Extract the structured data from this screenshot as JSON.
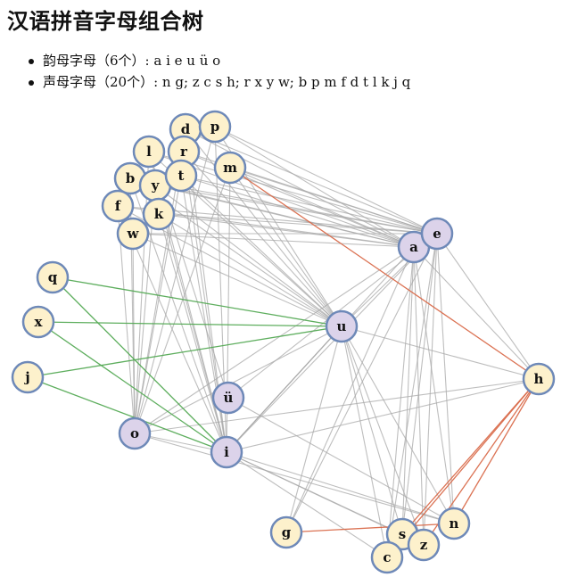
{
  "title": "汉语拼音字母组合树",
  "legend": {
    "vowels": "韵母字母（6个）: a i e u ü o",
    "consonants": "声母字母（20个）: n g; z c s h; r x y w; b p m f d t l k j q"
  },
  "colors": {
    "vowel_fill": "#dcd3ea",
    "consonant_fill": "#fdf1cc",
    "node_stroke": "#6e89b8",
    "edge_gray": "#a8a8a8",
    "edge_orange": "#d96a4a",
    "edge_green": "#55aa55"
  },
  "nodes": [
    {
      "id": "a",
      "type": "vowel"
    },
    {
      "id": "e",
      "type": "vowel"
    },
    {
      "id": "u",
      "type": "vowel"
    },
    {
      "id": "ü",
      "type": "vowel"
    },
    {
      "id": "i",
      "type": "vowel"
    },
    {
      "id": "o",
      "type": "vowel"
    },
    {
      "id": "d",
      "type": "consonant"
    },
    {
      "id": "p",
      "type": "consonant"
    },
    {
      "id": "l",
      "type": "consonant"
    },
    {
      "id": "r",
      "type": "consonant"
    },
    {
      "id": "m",
      "type": "consonant"
    },
    {
      "id": "b",
      "type": "consonant"
    },
    {
      "id": "y",
      "type": "consonant"
    },
    {
      "id": "t",
      "type": "consonant"
    },
    {
      "id": "f",
      "type": "consonant"
    },
    {
      "id": "k",
      "type": "consonant"
    },
    {
      "id": "w",
      "type": "consonant"
    },
    {
      "id": "q",
      "type": "consonant"
    },
    {
      "id": "x",
      "type": "consonant"
    },
    {
      "id": "j",
      "type": "consonant"
    },
    {
      "id": "h",
      "type": "consonant"
    },
    {
      "id": "g",
      "type": "consonant"
    },
    {
      "id": "n",
      "type": "consonant"
    },
    {
      "id": "s",
      "type": "consonant"
    },
    {
      "id": "z",
      "type": "consonant"
    },
    {
      "id": "c",
      "type": "consonant"
    }
  ],
  "edges": {
    "gray": [
      [
        "d",
        "a"
      ],
      [
        "d",
        "e"
      ],
      [
        "d",
        "u"
      ],
      [
        "d",
        "i"
      ],
      [
        "d",
        "o"
      ],
      [
        "p",
        "a"
      ],
      [
        "p",
        "e"
      ],
      [
        "p",
        "u"
      ],
      [
        "p",
        "i"
      ],
      [
        "p",
        "o"
      ],
      [
        "l",
        "a"
      ],
      [
        "l",
        "e"
      ],
      [
        "l",
        "u"
      ],
      [
        "l",
        "ü"
      ],
      [
        "l",
        "i"
      ],
      [
        "l",
        "o"
      ],
      [
        "r",
        "a"
      ],
      [
        "r",
        "e"
      ],
      [
        "r",
        "u"
      ],
      [
        "r",
        "i"
      ],
      [
        "m",
        "a"
      ],
      [
        "m",
        "e"
      ],
      [
        "m",
        "u"
      ],
      [
        "m",
        "i"
      ],
      [
        "m",
        "o"
      ],
      [
        "b",
        "a"
      ],
      [
        "b",
        "e"
      ],
      [
        "b",
        "u"
      ],
      [
        "b",
        "i"
      ],
      [
        "b",
        "o"
      ],
      [
        "y",
        "a"
      ],
      [
        "y",
        "e"
      ],
      [
        "y",
        "u"
      ],
      [
        "y",
        "i"
      ],
      [
        "y",
        "o"
      ],
      [
        "t",
        "a"
      ],
      [
        "t",
        "e"
      ],
      [
        "t",
        "u"
      ],
      [
        "t",
        "i"
      ],
      [
        "t",
        "o"
      ],
      [
        "f",
        "a"
      ],
      [
        "f",
        "e"
      ],
      [
        "f",
        "u"
      ],
      [
        "f",
        "i"
      ],
      [
        "f",
        "o"
      ],
      [
        "k",
        "a"
      ],
      [
        "k",
        "e"
      ],
      [
        "k",
        "u"
      ],
      [
        "k",
        "i"
      ],
      [
        "w",
        "a"
      ],
      [
        "w",
        "e"
      ],
      [
        "w",
        "u"
      ],
      [
        "w",
        "o"
      ],
      [
        "g",
        "a"
      ],
      [
        "g",
        "e"
      ],
      [
        "g",
        "u"
      ],
      [
        "n",
        "a"
      ],
      [
        "n",
        "e"
      ],
      [
        "n",
        "u"
      ],
      [
        "n",
        "ü"
      ],
      [
        "n",
        "i"
      ],
      [
        "n",
        "o"
      ],
      [
        "s",
        "a"
      ],
      [
        "s",
        "e"
      ],
      [
        "s",
        "u"
      ],
      [
        "s",
        "i"
      ],
      [
        "z",
        "a"
      ],
      [
        "z",
        "e"
      ],
      [
        "z",
        "u"
      ],
      [
        "z",
        "i"
      ],
      [
        "c",
        "a"
      ],
      [
        "c",
        "e"
      ],
      [
        "c",
        "u"
      ],
      [
        "c",
        "i"
      ],
      [
        "h",
        "a"
      ],
      [
        "h",
        "e"
      ],
      [
        "h",
        "u"
      ],
      [
        "h",
        "i"
      ],
      [
        "h",
        "o"
      ],
      [
        "a",
        "i"
      ],
      [
        "a",
        "o"
      ],
      [
        "e",
        "i"
      ],
      [
        "u",
        "i"
      ],
      [
        "u",
        "o"
      ],
      [
        "i",
        "o"
      ],
      [
        "ü",
        "e"
      ],
      [
        "u",
        "e"
      ],
      [
        "i",
        "u"
      ]
    ],
    "orange": [
      [
        "m",
        "h"
      ],
      [
        "h",
        "s"
      ],
      [
        "h",
        "z"
      ],
      [
        "h",
        "c"
      ],
      [
        "h",
        "n"
      ],
      [
        "g",
        "n"
      ]
    ],
    "green": [
      [
        "q",
        "u"
      ],
      [
        "q",
        "i"
      ],
      [
        "x",
        "u"
      ],
      [
        "x",
        "i"
      ],
      [
        "j",
        "u"
      ],
      [
        "j",
        "i"
      ]
    ]
  }
}
